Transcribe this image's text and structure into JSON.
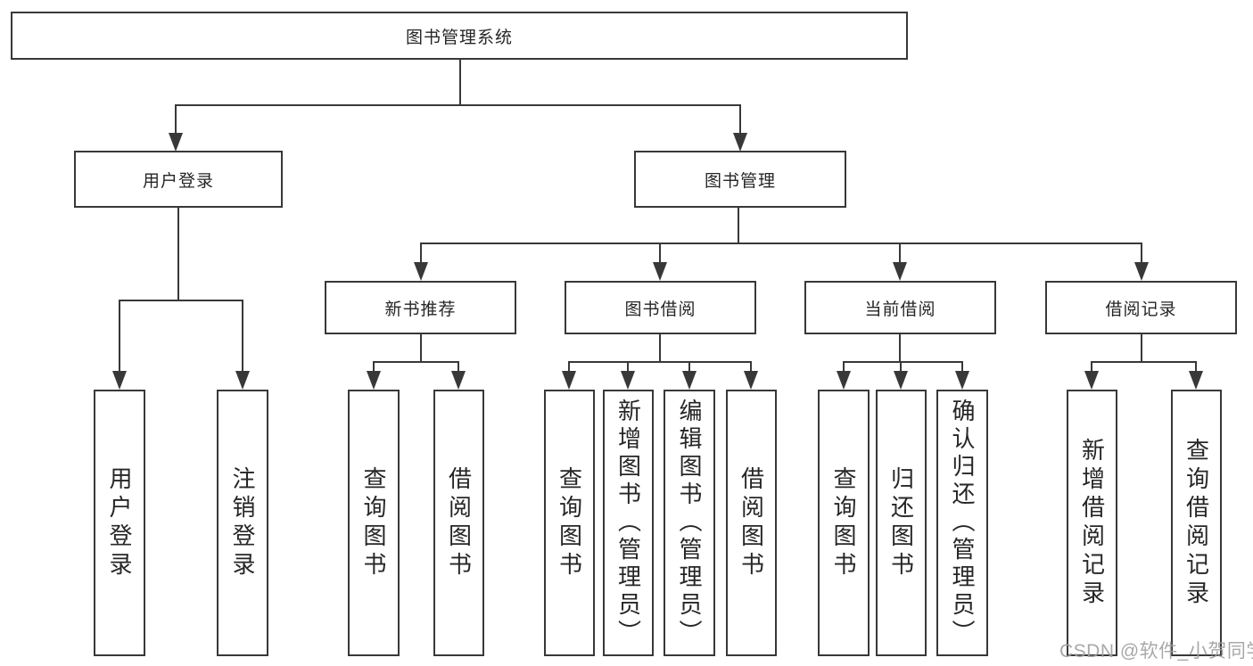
{
  "diagram": {
    "root_label": "图书管理系统",
    "login_branch": {
      "label": "用户登录",
      "leaves": [
        "用户登录",
        "注销登录"
      ]
    },
    "mgmt_branch": {
      "label": "图书管理",
      "children": [
        {
          "label": "新书推荐",
          "leaves": [
            "查询图书",
            "借阅图书"
          ]
        },
        {
          "label": "图书借阅",
          "leaves": [
            "查询图书",
            "新增图书（管理员）",
            "编辑图书（管理员）",
            "借阅图书"
          ]
        },
        {
          "label": "当前借阅",
          "leaves": [
            "查询图书",
            "归还图书",
            "确认归还（管理员）"
          ]
        },
        {
          "label": "借阅记录",
          "leaves": [
            "新增借阅记录",
            "查询借阅记录"
          ]
        }
      ]
    }
  },
  "watermark": {
    "text": "CSDN @软件_小贺同学"
  },
  "colors": {
    "line": "#383838",
    "box_border": "#383838",
    "text": "#262626",
    "watermark": "#9e9e9e",
    "background": "#ffffff"
  }
}
